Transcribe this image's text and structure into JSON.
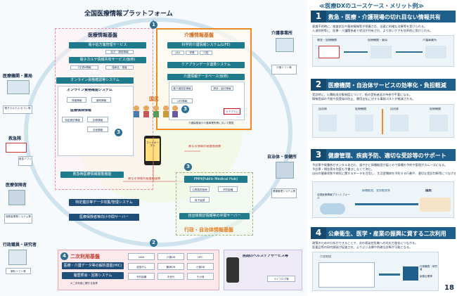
{
  "left": {
    "title": "全国医療情報プラットフォーム",
    "center_label": "国民",
    "national_phone_label": "マイナポータル",
    "medical_base": {
      "title": "医療情報基盤",
      "items": [
        "電子処方箋管理サービス",
        "電子カルテ情報共有サービス(仮称)",
        "オンライン資格確認等システム",
        "オンライン資格確認システム",
        "医療保険情報",
        "救急時医療情報閲覧機能"
      ],
      "small": [
        "処方・調剤情報",
        "3文書6情報",
        "傷病名・検査",
        "資格情報",
        "特定健診情報",
        "薬剤情報",
        "診療情報",
        "手術情報"
      ]
    },
    "care_base": {
      "title": "介護情報基盤",
      "items": [
        "科学的介護情報システム(LIFE)",
        "ケアプランデータ連携システム",
        "介護情報データベース(仮称)"
      ],
      "small": [
        "ADL",
        "栄養",
        "口腔",
        "要介護認定情報",
        "請求・給付情報",
        "LIFE情報",
        "ケアプラン"
      ],
      "note": "介護保険者や介護事業所等において閲覧"
    },
    "admin_base": {
      "title": "行政・自治体情報基盤",
      "pmh": "PMH(Public Medical Hub)",
      "pmh_small": [
        "公費負担医療",
        "予防接種",
        "母子保健"
      ],
      "server": "自治体検診情報等の中間サーバー"
    },
    "other_boxes": {
      "specific_checkup": "特定健診等データ収集/管理システム",
      "insurer_server": "医療保険者等向け中間サーバー",
      "link_label_1": "異なる領域の基盤間連携",
      "link_label_2": "異なる領域の基盤間連携"
    },
    "secondary": {
      "title": "二次利用基盤",
      "items": [
        "医療・介護データ等の解析基盤(HIC)",
        "履歴照会・回答システム"
      ],
      "db_labels": [
        "NDB",
        "介護DB",
        "DPC",
        "全国がん",
        "難病DB",
        "小慢DB",
        "予防接種",
        "次世代",
        "その他"
      ],
      "note": "※二次利用に関する仮称"
    },
    "phr": {
      "title": "民間のヘルスケアサービス等",
      "sub": "ライフログ等"
    },
    "actors": {
      "hospital": "医療機関・薬局",
      "ehr": "電子カルテ/レセコン等",
      "emergency": "救急隊",
      "ambulance_app": "救急アプリ",
      "insurer": "医療保険者",
      "insurer_sys": "保険者業務システム等",
      "researcher": "行政職員・研究者",
      "analysis": "解析ソフト等",
      "care_office": "介護事業所",
      "care_soft": "介護ソフト等",
      "municipality": "自治体・保健所",
      "health_sys": "健康管理システム等"
    },
    "circle_numbers": [
      "1",
      "2",
      "3",
      "3",
      "3",
      "4"
    ]
  },
  "right": {
    "title": "≪医療DXのユースケース・メリット例≫",
    "sections": [
      {
        "num": "1",
        "heading": "救急・医療・介護現場の切れ目ない情報共有",
        "bullets": [
          "意識不明時に、検査状況や薬剤情報等が把握され、迅速に的確な治療等を受けられる。",
          "入退院時等に、医療・介護関係者で状況が共有され、より良いケアを効率的に受けられる。"
        ],
        "labels": [
          "救急・医療機関",
          "医療機関・薬局",
          "介護事業所"
        ]
      },
      {
        "num": "2",
        "heading": "医療機関・自治体サービスの効率化・負担軽減",
        "bullets": [
          "受診時に、公費助成対象制度について、紙の受給者証の持参が不要になる。",
          "情報登録の手間や誤登録の防止、費用支払に対する事務コストが軽減される。"
        ],
        "labels": [
          "自治体",
          "医療機関",
          "自治体",
          "医療機関"
        ]
      },
      {
        "num": "3",
        "heading": "健康管理、疾病予防、適切な受診等のサポート",
        "bullets": [
          "予診票や接種券がデジタル化され、速やかに接種勧奨が届くので接種の予約や管理がスムーズになる。",
          "予診票・問診票を何度も手書きしなくて済む。",
          "自分の健康状態や病気に関するデータを活用し、生活習慣病を予防する行動や、適切な受診判断等につなげることができる。"
        ],
        "labels": [
          "全国医療情報プラットフォーム",
          "接種勧奨、受診勧奨等",
          "国民"
        ]
      },
      {
        "num": "4",
        "heading": "公衆衛生、医学・産業の振興に資する二次利用",
        "bullets": [
          "政策のための分析ができることで、次の感染症危機への対応力強化につながる。",
          "医薬品等の研究開発が促進され、よりよい治療や的確な診断が可能となる。"
        ],
        "labels": [
          "二次利用",
          "行政職員・研究者",
          "製薬企業等"
        ]
      }
    ]
  },
  "page_number": "18",
  "colors": {
    "accent_navy": "#1f5f8b",
    "accent_orange": "#f08a24",
    "pink_band": "#f4b6b8",
    "green_box": "#2e8b57"
  }
}
